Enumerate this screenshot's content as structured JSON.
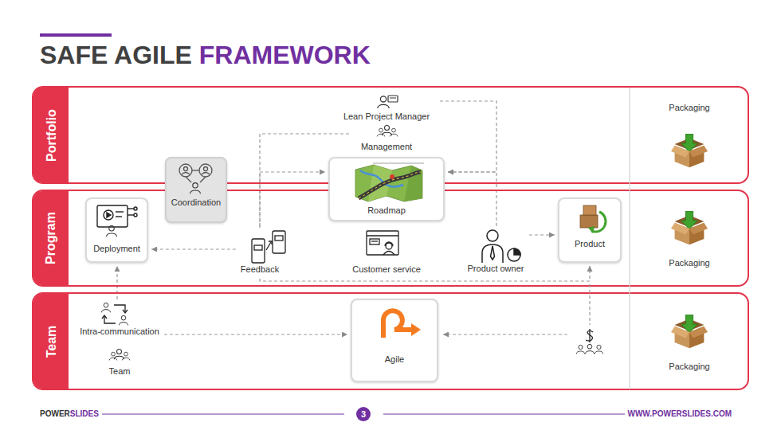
{
  "diagram": {
    "title": "SAFE AGILE FRAMEWORK",
    "nodes": [
      {
        "text": [
          "Portfolio"
        ]
      },
      {
        "text": [
          "Program"
        ]
      },
      {
        "text": [
          "Team"
        ]
      },
      {
        "text": [
          "Lean Project Manager"
        ],
        "in": 0
      },
      {
        "text": [
          "Management"
        ],
        "in": 0
      },
      {
        "text": [
          "Coordination"
        ]
      },
      {
        "text": [
          "Roadmap"
        ]
      },
      {
        "text": [
          "Deployment"
        ],
        "in": 1
      },
      {
        "text": [
          "Feedback"
        ],
        "in": 1
      },
      {
        "text": [
          "Customer service"
        ],
        "in": 1
      },
      {
        "text": [
          "Product owner"
        ],
        "in": 1
      },
      {
        "text": [
          "Product"
        ],
        "in": 1
      },
      {
        "text": [
          "Intra-communication"
        ],
        "in": 2
      },
      {
        "text": [
          "Team"
        ],
        "in": 2
      },
      {
        "text": [
          "Agile"
        ],
        "in": 2
      }
    ],
    "edges": [
      {
        "from": 3,
        "to": 6,
        "arrow": "to"
      },
      {
        "from": 10,
        "to": 6,
        "arrow": "to"
      },
      {
        "from": 4,
        "to": 8,
        "arrow": "none"
      },
      {
        "from": 8,
        "to": 6,
        "arrow": "to"
      },
      {
        "from": 8,
        "to": 7,
        "arrow": "to"
      },
      {
        "from": 10,
        "to": 11,
        "arrow": "to"
      },
      {
        "from": 8,
        "to": 11,
        "arrow": "to"
      },
      {
        "from": 12,
        "to": 7,
        "arrow": "to"
      },
      {
        "from": 12,
        "to": 14,
        "arrow": "to"
      }
    ],
    "labels": [
      "Packaging",
      "Packaging",
      "Packaging",
      "POWERSLIDES",
      "3",
      "WWW.POWERSLIDES.COM"
    ]
  }
}
